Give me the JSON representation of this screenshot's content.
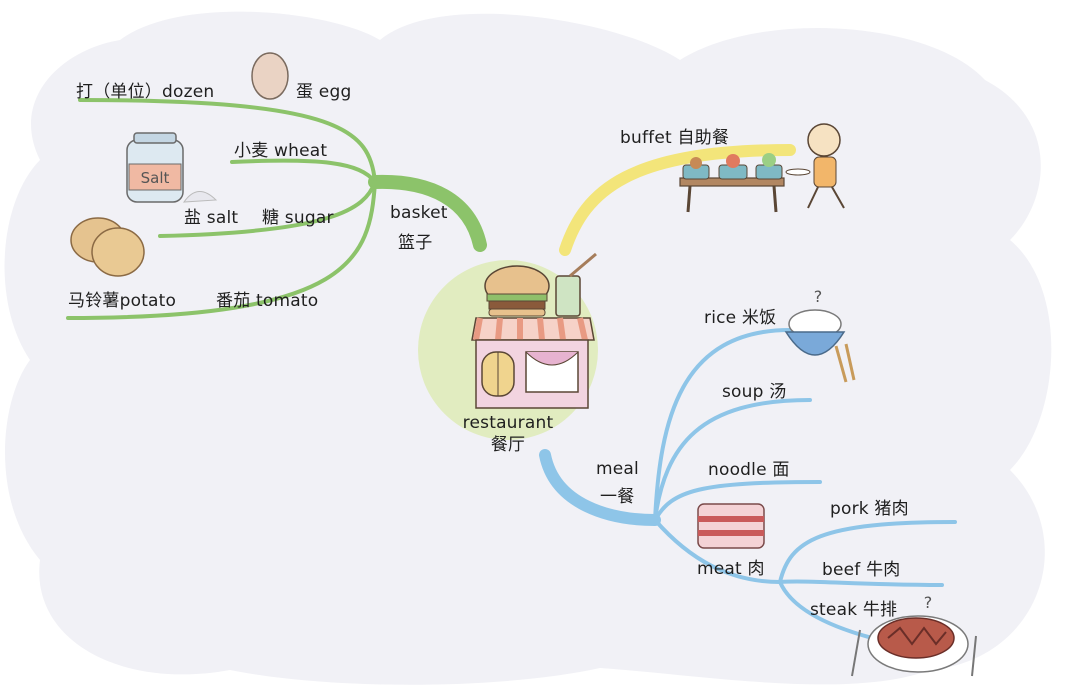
{
  "center": {
    "en": "restaurant",
    "zh": "餐厅"
  },
  "branches": {
    "basket": {
      "en": "basket",
      "zh": "篮子",
      "color": "#8cc36a",
      "items": [
        "打（单位）dozen",
        "蛋 egg",
        "小麦 wheat",
        "盐 salt",
        "糖 sugar",
        "马铃薯potato",
        "番茄 tomato"
      ],
      "jar_label": "Salt"
    },
    "buffet": {
      "label": "buffet 自助餐",
      "color": "#f3e57a"
    },
    "meal": {
      "en": "meal",
      "zh": "一餐",
      "color": "#8ec5e8",
      "items": [
        "rice 米饭",
        "soup 汤",
        "noodle 面"
      ],
      "meat": {
        "label": "meat 肉",
        "items": [
          "pork 猪肉",
          "beef 牛肉",
          "steak 牛排"
        ]
      }
    }
  },
  "colors": {
    "cloud": "#f1f1f6",
    "center_circle": "#e1ecc0",
    "green": "#8cc36a",
    "yellow": "#f3e57a",
    "blue": "#8ec5e8"
  }
}
